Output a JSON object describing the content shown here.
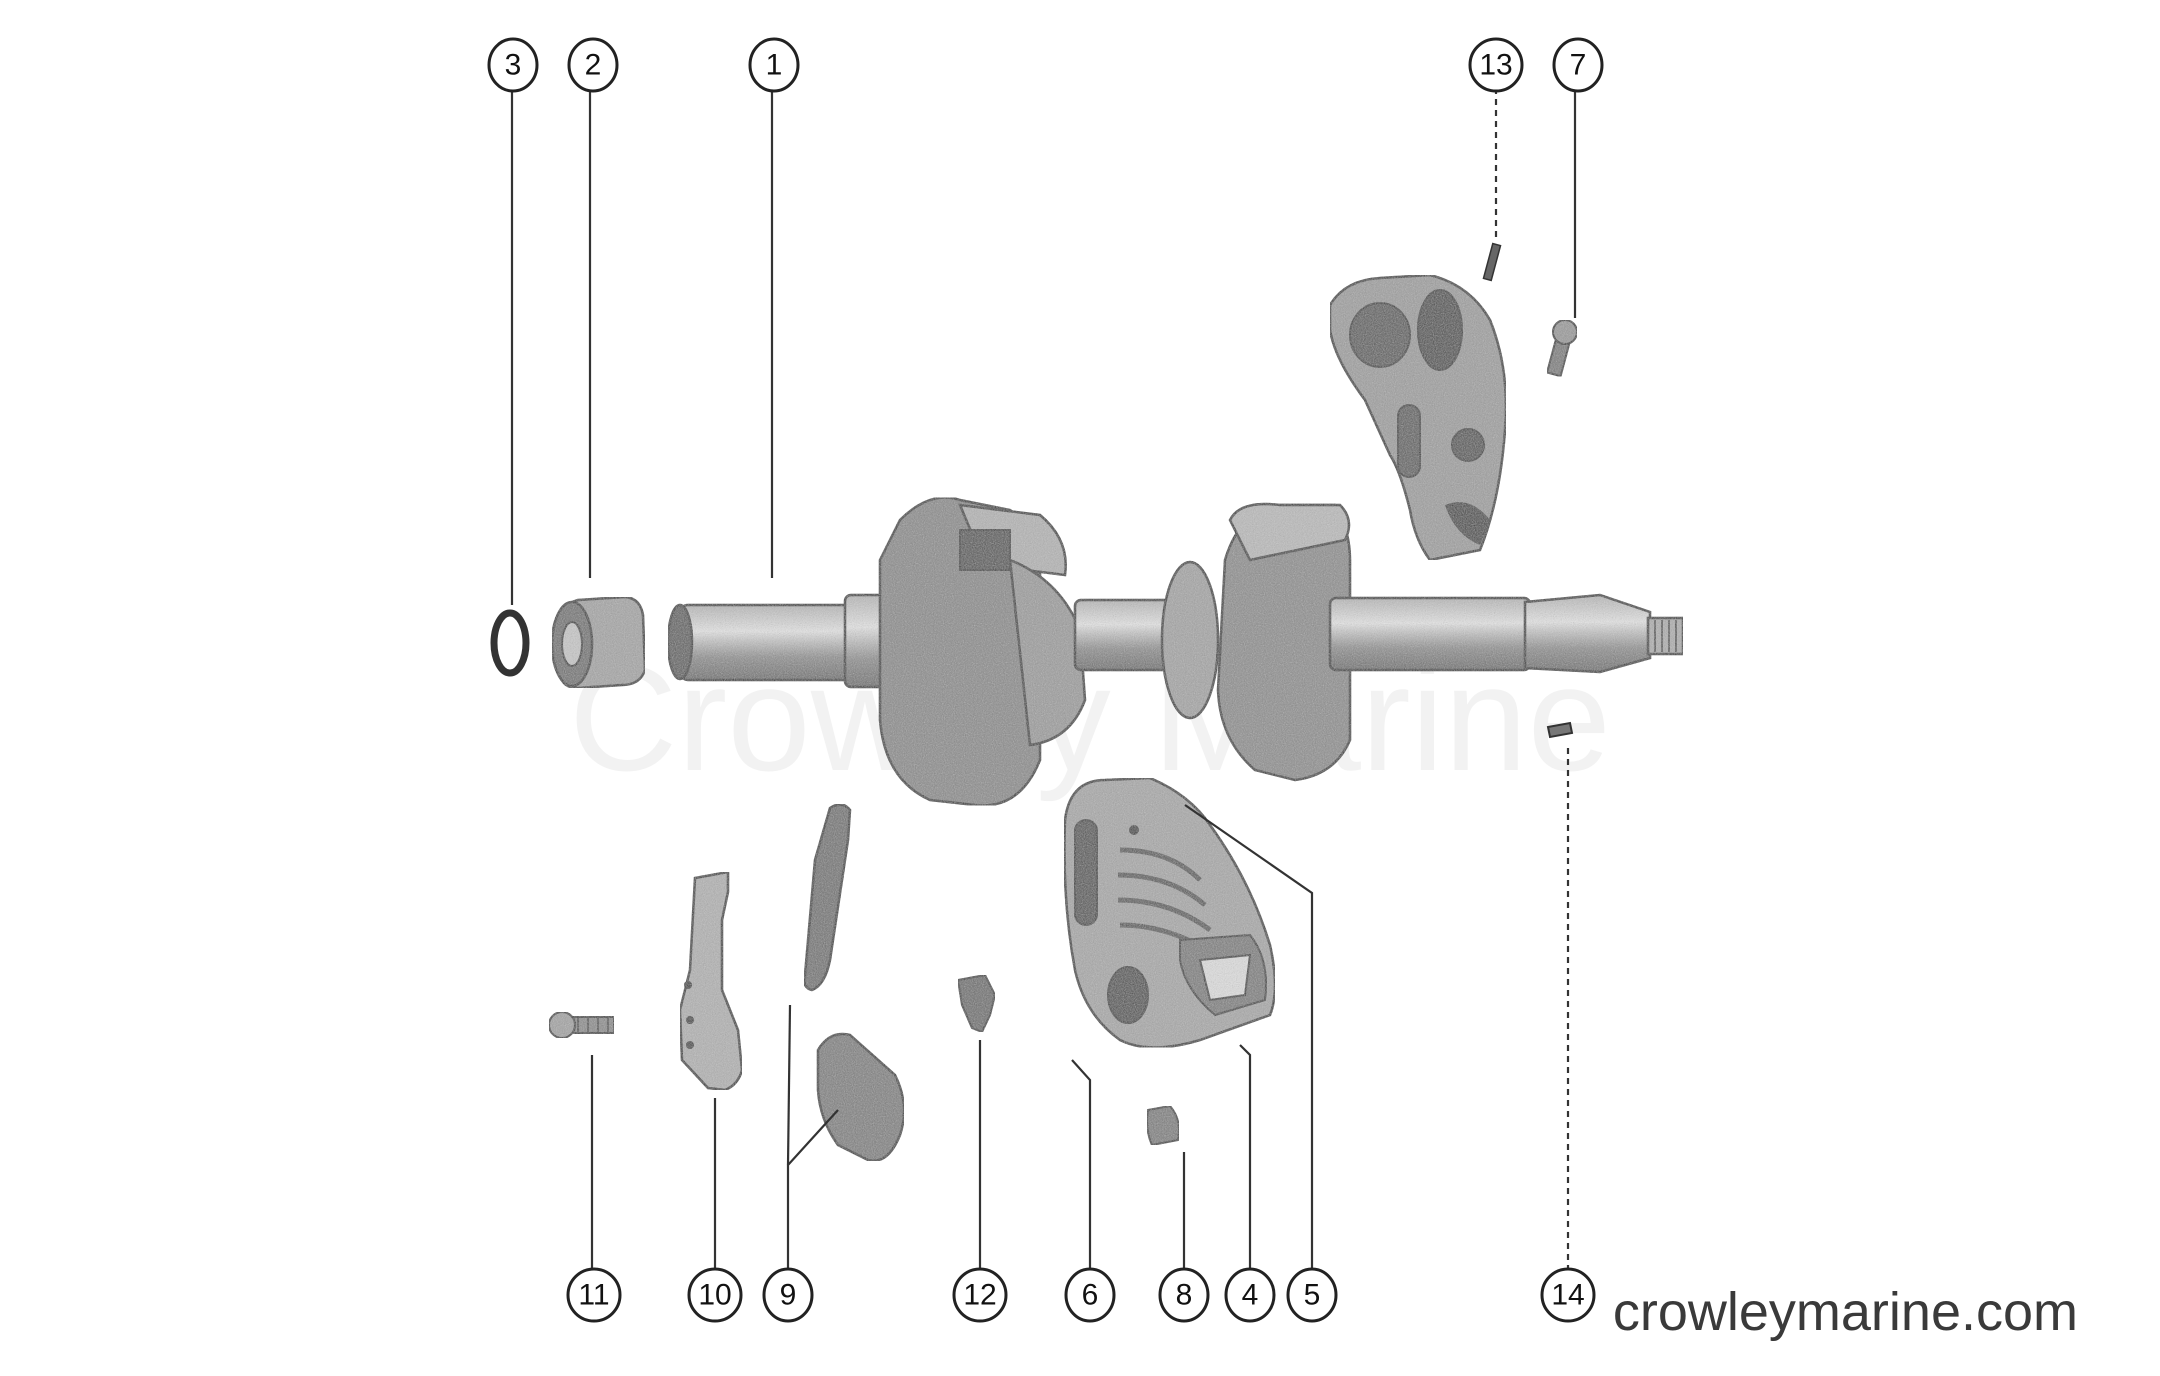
{
  "watermark": "Crowley Marine",
  "footer": "crowleymarine.com",
  "callouts": [
    {
      "id": "c3",
      "label": "3"
    },
    {
      "id": "c2",
      "label": "2"
    },
    {
      "id": "c1",
      "label": "1"
    },
    {
      "id": "c13",
      "label": "13"
    },
    {
      "id": "c7",
      "label": "7"
    },
    {
      "id": "c11",
      "label": "11"
    },
    {
      "id": "c10",
      "label": "10"
    },
    {
      "id": "c9",
      "label": "9"
    },
    {
      "id": "c12",
      "label": "12"
    },
    {
      "id": "c6",
      "label": "6"
    },
    {
      "id": "c8",
      "label": "8"
    },
    {
      "id": "c4",
      "label": "4"
    },
    {
      "id": "c5",
      "label": "5"
    },
    {
      "id": "c14",
      "label": "14"
    }
  ],
  "colors": {
    "ink": "#333333",
    "part_fill": "#9a9a9a",
    "part_dark": "#5c5c5c",
    "part_light": "#c4c4c4",
    "background": "#ffffff"
  }
}
